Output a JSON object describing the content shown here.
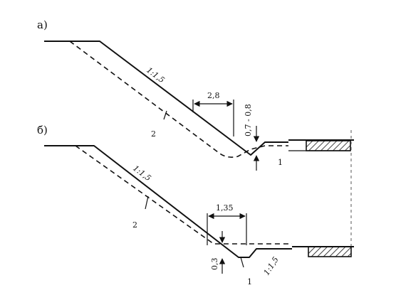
{
  "diagram": {
    "a": {
      "label": "а)",
      "slope_label": "1:1,5",
      "width_label": "2,8",
      "depth_label": "0,7 - 0,8",
      "line1_label": "1",
      "line2_label": "2"
    },
    "b": {
      "label": "б)",
      "slope_label": "1:1,5",
      "width_label": "1,35",
      "depth_label": "0,3",
      "line1_label": "1",
      "line2_label": "2",
      "ditch_slope_label": "1:1,5"
    }
  }
}
